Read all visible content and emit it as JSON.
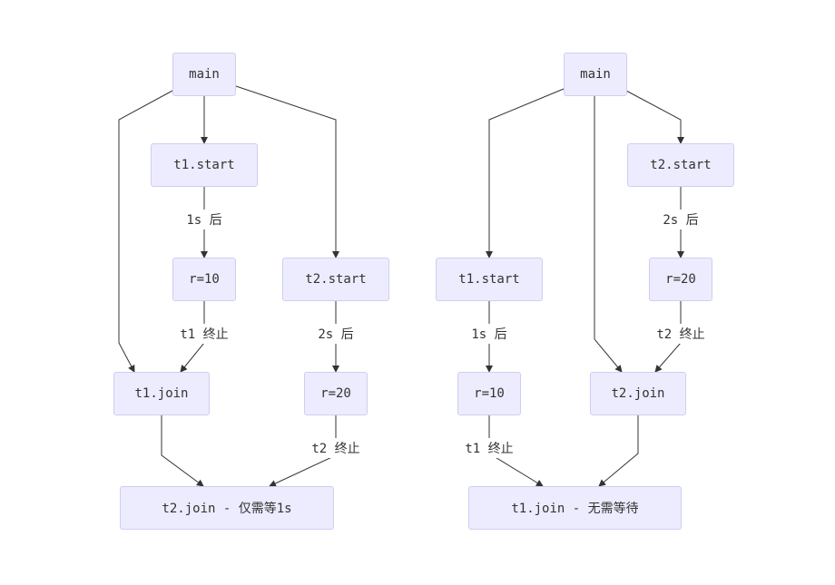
{
  "left_flow": {
    "nodes": {
      "main": "main",
      "t1_start": "t1.start",
      "r10": "r=10",
      "t2_start": "t2.start",
      "t1_join": "t1.join",
      "r20": "r=20",
      "t2_join": "t2.join - 仅需等1s"
    },
    "edge_labels": {
      "t1_after_1s": "1s 后",
      "t1_end": "t1 终止",
      "t2_after_2s": "2s 后",
      "t2_end": "t2 终止"
    }
  },
  "right_flow": {
    "nodes": {
      "main": "main",
      "t2_start": "t2.start",
      "t1_start": "t1.start",
      "r20": "r=20",
      "r10": "r=10",
      "t2_join": "t2.join",
      "t1_join": "t1.join - 无需等待"
    },
    "edge_labels": {
      "t2_after_2s": "2s 后",
      "t1_after_1s": "1s 后",
      "t2_end": "t2 终止",
      "t1_end": "t1 终止"
    }
  },
  "colors": {
    "node_fill": "#ececfe",
    "node_border": "#cfcdf2",
    "edge": "#333333"
  }
}
